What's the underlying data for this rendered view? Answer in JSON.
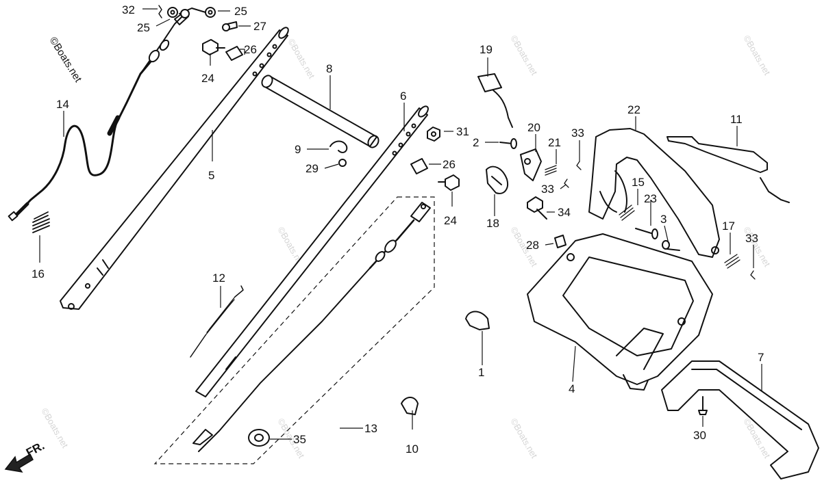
{
  "watermark": "©Boats.net",
  "brand_label": "©Boats.net",
  "direction_label": "FR.",
  "callouts": [
    {
      "id": "p32",
      "label": "32"
    },
    {
      "id": "p25a",
      "label": "25"
    },
    {
      "id": "p25b",
      "label": "25"
    },
    {
      "id": "p27",
      "label": "27"
    },
    {
      "id": "p26a",
      "label": "26"
    },
    {
      "id": "p24a",
      "label": "24"
    },
    {
      "id": "p8",
      "label": "8"
    },
    {
      "id": "p14",
      "label": "14"
    },
    {
      "id": "p5",
      "label": "5"
    },
    {
      "id": "p16",
      "label": "16"
    },
    {
      "id": "p6",
      "label": "6"
    },
    {
      "id": "p31",
      "label": "31"
    },
    {
      "id": "p9",
      "label": "9"
    },
    {
      "id": "p29",
      "label": "29"
    },
    {
      "id": "p26b",
      "label": "26"
    },
    {
      "id": "p24b",
      "label": "24"
    },
    {
      "id": "p12",
      "label": "12"
    },
    {
      "id": "p13",
      "label": "13"
    },
    {
      "id": "p35",
      "label": "35"
    },
    {
      "id": "p10",
      "label": "10"
    },
    {
      "id": "p19",
      "label": "19"
    },
    {
      "id": "p2",
      "label": "2"
    },
    {
      "id": "p20",
      "label": "20"
    },
    {
      "id": "p21",
      "label": "21"
    },
    {
      "id": "p33a",
      "label": "33"
    },
    {
      "id": "p33b",
      "label": "33"
    },
    {
      "id": "p22",
      "label": "22"
    },
    {
      "id": "p11",
      "label": "11"
    },
    {
      "id": "p15",
      "label": "15"
    },
    {
      "id": "p23",
      "label": "23"
    },
    {
      "id": "p3",
      "label": "3"
    },
    {
      "id": "p17",
      "label": "17"
    },
    {
      "id": "p33c",
      "label": "33"
    },
    {
      "id": "p18",
      "label": "18"
    },
    {
      "id": "p34",
      "label": "34"
    },
    {
      "id": "p28",
      "label": "28"
    },
    {
      "id": "p1",
      "label": "1"
    },
    {
      "id": "p4",
      "label": "4"
    },
    {
      "id": "p7",
      "label": "7"
    },
    {
      "id": "p30",
      "label": "30"
    }
  ]
}
